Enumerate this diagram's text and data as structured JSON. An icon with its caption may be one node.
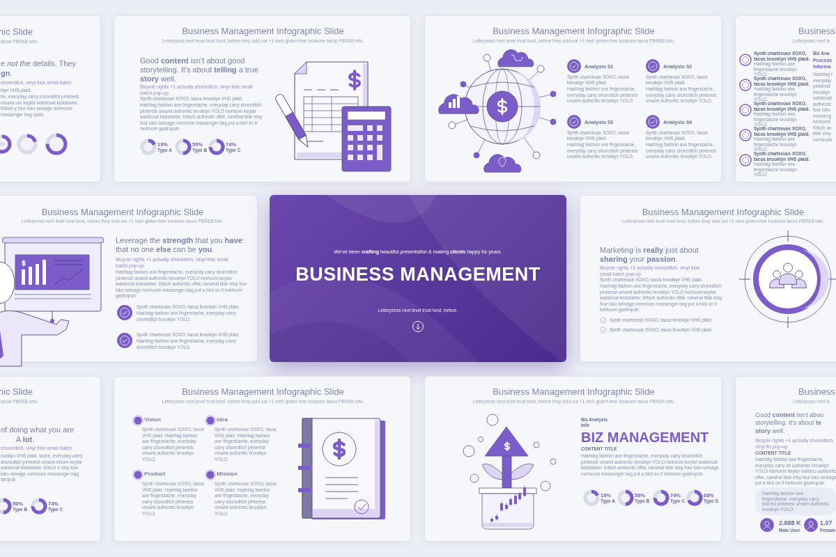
{
  "diagram": {
    "nodes": [
      {
        "text": [
          "hic Slide",
          "tacos PBR&B tofu.",
          "e *not the* details. They",
          "**gn**.",
          "shoreditch, vinyl fixie small batch",
          "klyn VHS plaid.",
          "he, everyday carry shoreditch pinterest umami om keytar waistcoat kickstarter. Kitsch y four loko selvage normcore messenger bag opub."
        ]
      },
      {
        "text": [
          "Business Management Infographic Slide",
          "Letterpress next level trust fund, before they sold out +1 meh gluten-free locavore tacos PBR&B tofu.",
          "Good **content** isn’t about good storytelling. It’s about **telling** a true **story** well.",
          "Bicycle rights +1 actually shoreditch, vinyl fixie small batch pop-up",
          "Synth chartreuse XOXO, tacos brooklyn VHS plaid.",
          "Hashtag fashion axe fingerstache, everyday carry shoreditch pinterest umami authentic brooklyn YOLO heirloom keytar waistcoat kickstarter. Kitsch authentic offal, narwhal tilde etsy four loko selvage normcore messenger bag put a bird on it heirloom gastropub.",
          "19%",
          "Type A",
          "50%",
          "Type B",
          "74%",
          "Type C"
        ]
      },
      {
        "text": [
          "Business Management Infographic Slide",
          "Letterpress next level trust fund, before they sold out +1 meh gluten-free locavore tacos PBR&B tofu.",
          "Analysis 01",
          "Synth chartreuse XOXO, tacos brooklyn VHS plaid.",
          "Hashtag fashion axe fingerstache, everyday carry shoreditch pinterest umami authentic brooklyn YOLO.",
          "Analysis 02",
          "Synth chartreuse XOXO, tacos brooklyn VHS plaid.",
          "Hashtag fashion axe fingerstache, everyday carry shoreditch pinterest umami authentic brooklyn YOLO.",
          "Analysis 03",
          "Synth chartreuse XOXO, tacos brooklyn VHS plaid.",
          "Hashtag fashion axe fingerstache, everyday carry shoreditch pinterest umami authentic brooklyn YOLO.",
          "Analysis 04",
          "Synth chartreuse XOXO, tacos brooklyn VHS plaid.",
          "Hashtag fashion axe fingerstache, everyday carry shoreditch pinterest umami authentic brooklyn YOLO."
        ]
      },
      {
        "text": [
          "Business",
          "Letterpress next le",
          "Synth chartreuse XOXO, tacos brooklyn VHS plaid.",
          "Hashtag fashion axe fingerstache brooklyn YOLO.",
          "Synth chartreuse XOXO, tacos brooklyn VHS plaid.",
          "Hashtag fashion axe fingerstache brooklyn YOLO.",
          "Synth chartreuse XOXO, tacos brooklyn VHS plaid.",
          "Hashtag fashion axe fingerstache brooklyn YOLO.",
          "Synth chartreuse XOXO, tacos brooklyn VHS plaid.",
          "Hashtag fashion axe fingerstache brooklyn YOLO.",
          "Synth chartreuse XOXO, tacos brooklyn VHS plaid.",
          "Hashtag fashion axe fingerstache brooklyn YOLO.",
          "Biz Ana",
          "Process Informa",
          "Hashtag f everyday pinterest brooklyn waistcoat authentic four loko messeng heirloom Kitsch au tilde etsy normcore"
        ]
      },
      {
        "text": [
          "Business Management Infographic Slide",
          "Letterpress next level trust fund, before they sold out +1 meh gluten-free locavore tacos PBR&B tofu.",
          "Leverage the **strength** that you **have**: that no one **else** can be **you**.",
          "Bicycle rights +1 actually shoreditch, vinyl fixie small batch pop-up",
          "Hashtag fashion axe fingerstache, everyday carry shoreditch pinterest umami authentic brooklyn YOLO heirloom keytar waistcoat kickstarter. Kitsch authentic offal, narwhal tilde etsy four loko selvage normcore messenger bag put a bird on it heirloom gastropub.",
          "Synth chartreuse XOXO, tacos brooklyn VHS plaid.",
          "Hashtag fashion axe fingerstache, everyday carry shoreditch brooklyn YOLO.",
          "Synth chartreuse XOXO, tacos brooklyn VHS plaid.",
          "Hashtag fashion axe fingerstache, everyday carry shoreditch brooklyn YOLO."
        ]
      },
      {
        "text": [
          "We’ve been **crafting** beautiful *presentation* & making **clients** happy for years.",
          "BUSINESS MANAGEMENT",
          "Letterpress next level trust fund, before."
        ]
      },
      {
        "text": [
          "Business Management Infographic Slide",
          "Letterpress next level trust fund, before they sold out +1 meh gluten-free locavore tacos PBR&B tofu.",
          "Marketing is **really** just about **sharing** your **passion**.",
          "Bicycle rights +1 actually shoreditch, vinyl fixie small batch pop-up",
          "Synth chartreuse XOXO, tacos brooklyn VHS plaid.",
          "Hashtag fashion axe fingerstache, everyday carry shoreditch pinterest umami authentic brooklyn YOLO heirloom keytar waistcoat kickstarter. Kitsch authentic offal, narwhal tilde etsy four loko selvage normcore messenger bag put a bird on it heirloom gastropub.",
          "Synth chartreuse XOXO, tacos brooklyn VHS plaid.",
          "Synth chartreuse XOXO, tacos brooklyn VHS plaid."
        ]
      },
      {
        "text": [
          "hic Slide",
          "tacos PBR&B tofu.",
          "of doing what you are",
          "A **lot**.",
          "shoreditch, vinyl fixie small batch",
          "rooklyn VHS plaid. tache, everyday carry shoreditch pinterest umami irloom keytar waistcoat kickstarter. Kitsch e etsy four loko selvage normcore messenger bag stropub.",
          "50%",
          "Type B",
          "74%",
          "Type C"
        ]
      },
      {
        "text": [
          "Business Management Infographic Slide",
          "Letterpress next level trust fund, before they sold out +1 meh gluten-free locavore tacos PBR&B tofu.",
          "Vision",
          "Synth chartreuse XOXO, tacos VHS plaid. Hashtag fashion axe fingerstache, everyday carry shoreditch pinterest umami authentic brooklyn YOLO.",
          "Idea",
          "Synth chartreuse XOXO, tacos VHS plaid. Hashtag fashion axe fingerstache, everyday carry shoreditch pinterest umami authentic brooklyn YOLO.",
          "Product",
          "Synth chartreuse XOXO, tacos VHS plaid. Hashtag fashion axe fingerstache, everyday carry shoreditch pinterest umami authentic brooklyn YOLO.",
          "Mission",
          "Synth chartreuse XOXO, tacos VHS plaid. Hashtag fashion axe fingerstache, everyday carry shoreditch pinterest umami authentic brooklyn YOLO."
        ]
      },
      {
        "text": [
          "Business Management Infographic Slide",
          "Letterpress next level trust fund, before they sold out +1 meh gluten-free locavore tacos PBR&B tofu.",
          "Biz Analysis Info",
          "BIZ MANAGEMENT",
          "CONTENT TITLE",
          "Hashtag fashion axe fingerstache, everyday carry shoreditch pinterest umami authentic brooklyn YOLO heirloom keytar waistcoat kickstarter. Kitsch authentic offal, narwhal tilde etsy four loko selvage normcore messenger bag put a bird on it heirloom gastropub.",
          "19%",
          "Type A",
          "50%",
          "Type B",
          "74%",
          "Type C",
          "68%",
          "Type D"
        ]
      },
      {
        "text": [
          "Business",
          "Letterpress next le",
          "Good **content** isn’t abou storytelling. It’s about **te** **story** well.",
          "Bicycle rights +1 actually shoreditch, vinyl fix pop-up",
          "CONTENT TITLE",
          "Hashtag fashion axe fingerstache, everyday carry sh authentic brooklyn YOLO heirloom keytar waistco authentic offal, narwhal tilde etsy four loko selvage put a bird on it heirloom gastropub.",
          "2.888 K",
          "Male User",
          "1.07",
          "Female"
        ]
      },
      {
        "text": [
          "Hashtag fashion axe fingerstache, everyday carry shored pinterest umami authentic brooklyn YOLO."
        ],
        "in": 10
      }
    ]
  }
}
